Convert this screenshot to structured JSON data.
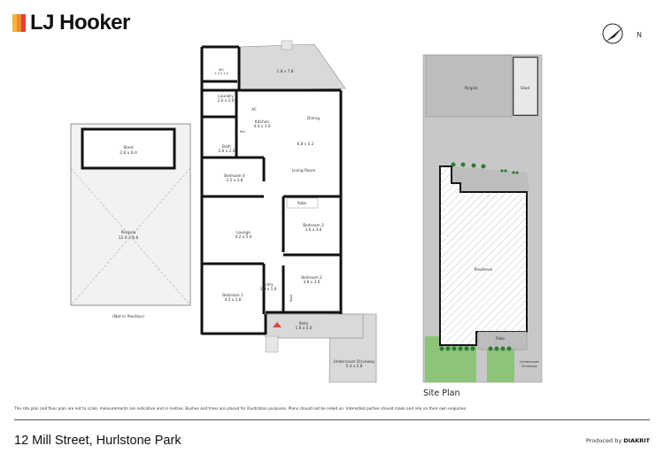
{
  "brand": {
    "name": "LJ Hooker",
    "colors": [
      "#f6b332",
      "#f08a2c",
      "#e3403a"
    ]
  },
  "compass": {
    "label": "N"
  },
  "floor_plan": {
    "shed": {
      "name": "Shed",
      "size": "2.6 x 6.0"
    },
    "pergola": {
      "name": "Pergola",
      "size": "12.0 x 6.6"
    },
    "not_in_position": "(Not In Position)",
    "deck": {
      "size": "1.8 x 7.8"
    },
    "wc": {
      "name": "WC",
      "size": "1.5 x 1.0"
    },
    "laundry": {
      "name": "Laundry",
      "size": "2.6 x 2.0"
    },
    "kitchen": {
      "name": "Kitchen",
      "size": "4.4 x 3.0"
    },
    "ac": "AC",
    "ref": "Ref",
    "dining": {
      "name": "Dining"
    },
    "living": {
      "name": "Living Room",
      "size": "6.8 x 5.2"
    },
    "bath": {
      "name": "Bath",
      "size": "2.6 x 2.0"
    },
    "bedroom4": {
      "name": "Bedroom 4",
      "size": "2.5 x 3.8"
    },
    "robe": "Robe",
    "bedroom3": {
      "name": "Bedroom 3",
      "size": "3.6 x 3.6"
    },
    "lounge": {
      "name": "Lounge",
      "size": "4.2 x 5.0"
    },
    "entry": {
      "name": "Entry",
      "size": "3.0 x 1.6"
    },
    "bedroom2": {
      "name": "Bedroom 2",
      "size": "3.6 x 3.6"
    },
    "robe2": "Robe",
    "bedroom1": {
      "name": "Bedroom 1",
      "size": "4.5 x 3.6"
    },
    "patio": {
      "name": "Patio",
      "size": "1.6 x 5.0"
    },
    "driveway": {
      "name": "Undercover Driveway",
      "size": "5.4 x 2.8"
    }
  },
  "site_plan": {
    "title": "Site Plan",
    "pergola": "Pergola",
    "shed": "Shed",
    "residence": "Residence",
    "patio": "Patio",
    "driveway_line1": "Undercover",
    "driveway_line2": "Driveway"
  },
  "footer": {
    "disclaimer": "The site plan and floor plan are not to scale, measurements are indicative and in metres. Bushes and trees are placed for illustration purposes. Plans should not be relied on. Interested parties should make and rely on their own enquiries.",
    "address": "12 Mill Street, Hurlstone Park",
    "produced_by": "Produced by",
    "producer": "DIAKRIT"
  }
}
